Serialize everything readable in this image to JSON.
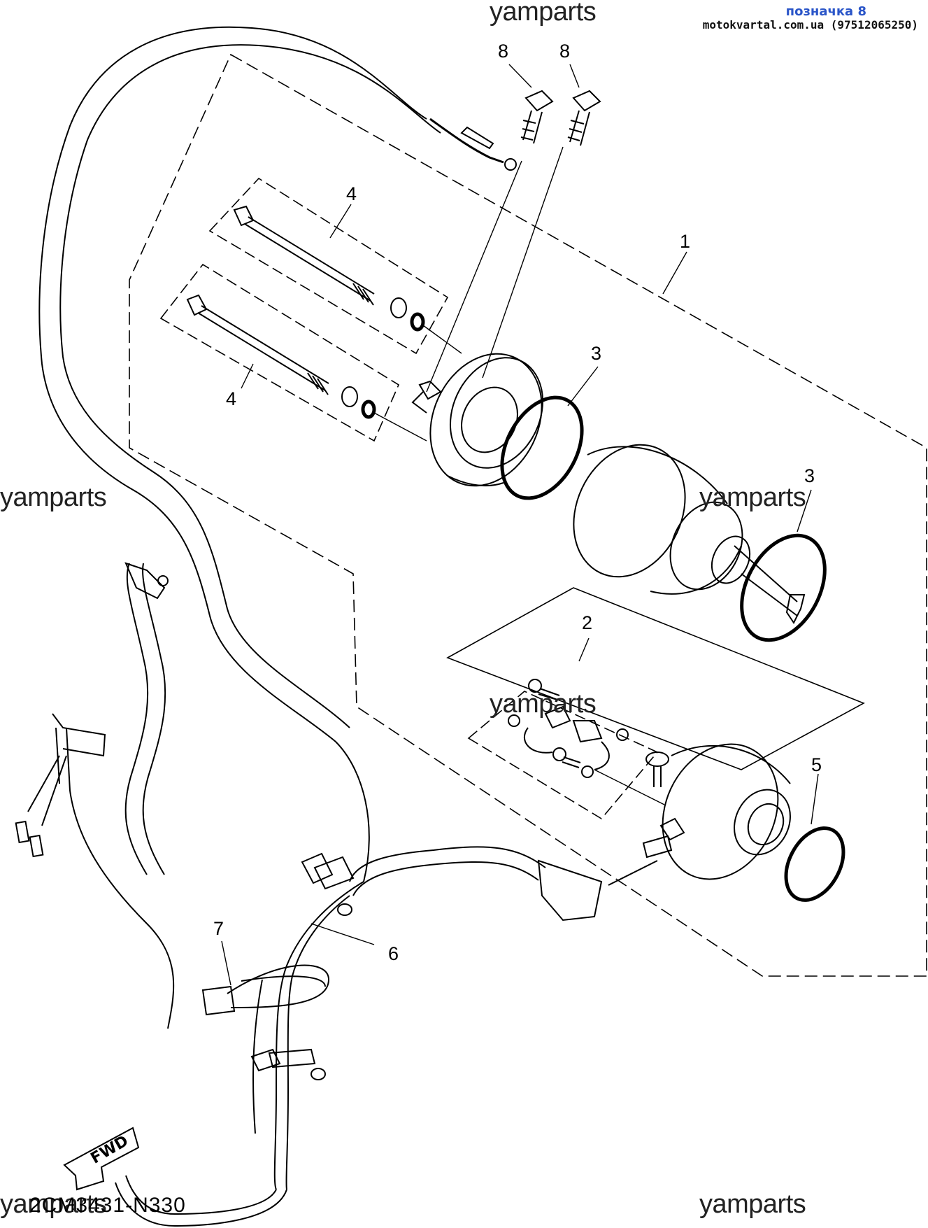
{
  "header": {
    "reference": "позначка 8",
    "site": "motokvartal.com.ua (97512065250)"
  },
  "watermarks": [
    "yamparts",
    "yamparts",
    "yamparts",
    "yamparts",
    "yamparts",
    "yamparts"
  ],
  "part_code": "2CM3431-N330",
  "fwd_label": "FWD",
  "callouts": {
    "c1": "1",
    "c2": "2",
    "c3a": "3",
    "c3b": "3",
    "c4a": "4",
    "c4b": "4",
    "c5": "5",
    "c6": "6",
    "c7": "7",
    "c8a": "8",
    "c8b": "8"
  }
}
